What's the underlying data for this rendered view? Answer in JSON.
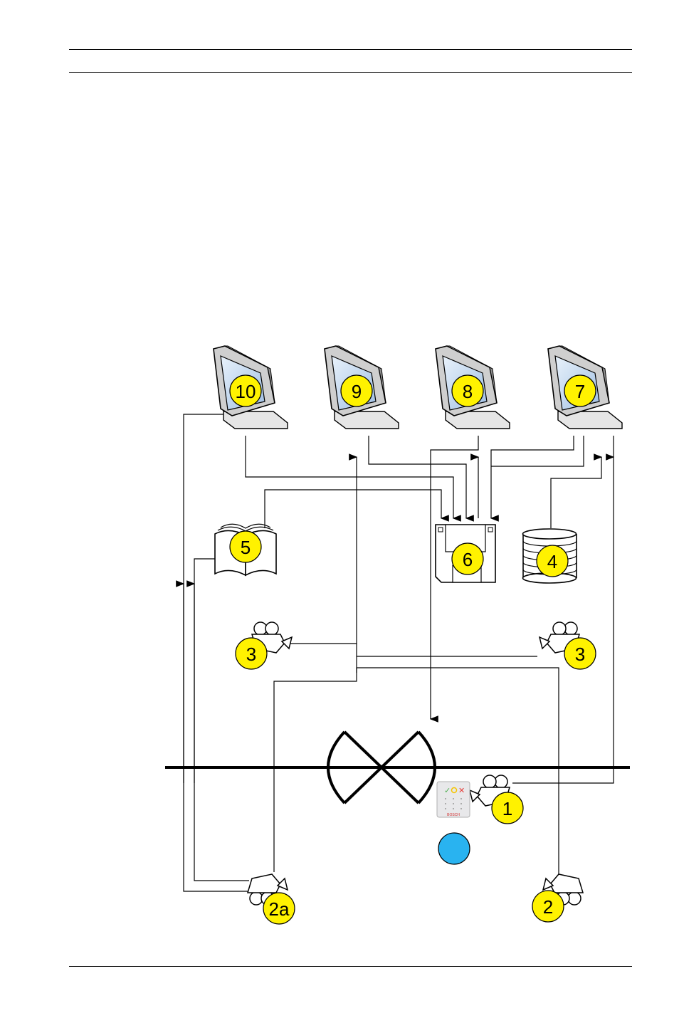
{
  "diagram": {
    "labels": {
      "monitor_10": "10",
      "monitor_9": "9",
      "monitor_8": "8",
      "monitor_7": "7",
      "book": "5",
      "floppy": "6",
      "database": "4",
      "camera_left": "3",
      "camera_right": "3",
      "camera_1": "1",
      "camera_2": "2",
      "camera_2a": "2a"
    },
    "keypad_brand": "BOSCH",
    "colors": {
      "badge": "#fff200",
      "monitor_body": "#d4d4d4",
      "screen": "#b8d0ea",
      "status_dot": "#29b3f0",
      "line": "#000000"
    }
  }
}
